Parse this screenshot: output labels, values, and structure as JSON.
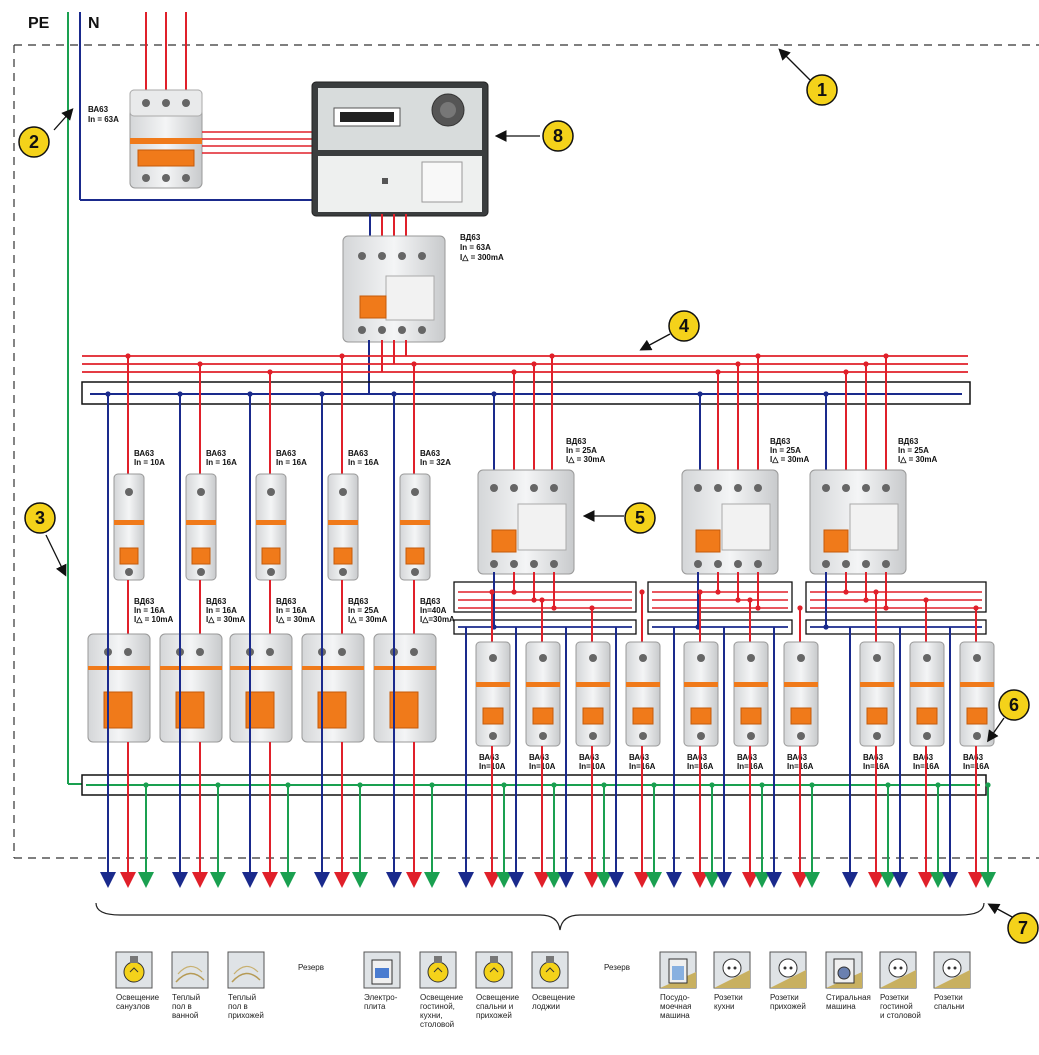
{
  "header": {
    "pe_label": "PE",
    "n_label": "N"
  },
  "callouts": [
    {
      "n": "1"
    },
    {
      "n": "2"
    },
    {
      "n": "3"
    },
    {
      "n": "4"
    },
    {
      "n": "5"
    },
    {
      "n": "6"
    },
    {
      "n": "7"
    },
    {
      "n": "8"
    }
  ],
  "main_breaker": {
    "l1": "ВА63",
    "l2": "In = 63A"
  },
  "main_rcd": {
    "l1": "ВД63",
    "l2": "In = 63A",
    "l3": "I△ = 300mA"
  },
  "left_breakers": [
    {
      "l1": "ВА63",
      "l2": "In = 10A"
    },
    {
      "l1": "ВА63",
      "l2": "In = 16A"
    },
    {
      "l1": "ВА63",
      "l2": "In = 16A"
    },
    {
      "l1": "ВА63",
      "l2": "In = 16A"
    },
    {
      "l1": "ВА63",
      "l2": "In = 32A"
    }
  ],
  "left_rcbos": [
    {
      "l1": "ВД63",
      "l2": "In = 16A",
      "l3": "I△ = 10mA"
    },
    {
      "l1": "ВД63",
      "l2": "In = 16A",
      "l3": "I△ = 30mA"
    },
    {
      "l1": "ВД63",
      "l2": "In = 16A",
      "l3": "I△ = 30mA"
    },
    {
      "l1": "ВД63",
      "l2": "In = 25A",
      "l3": "I△ = 30mA"
    },
    {
      "l1": "ВД63",
      "l2": "In=40A",
      "l3": "I△=30mA"
    }
  ],
  "group_rcds": [
    {
      "l1": "ВД63",
      "l2": "In = 25A",
      "l3": "I△ = 30mA"
    },
    {
      "l1": "ВД63",
      "l2": "In = 25A",
      "l3": "I△ = 30mA"
    },
    {
      "l1": "ВД63",
      "l2": "In = 25A",
      "l3": "I△ = 30mA"
    }
  ],
  "small_breakers": [
    {
      "l1": "ВА63",
      "l2": "In=10A"
    },
    {
      "l1": "ВА63",
      "l2": "In=10A"
    },
    {
      "l1": "ВА63",
      "l2": "In=10A"
    },
    {
      "l1": "ВА63",
      "l2": "In=16A"
    },
    {
      "l1": "ВА63",
      "l2": "In=16A"
    },
    {
      "l1": "ВА63",
      "l2": "In=16A"
    },
    {
      "l1": "ВА63",
      "l2": "In=16A"
    },
    {
      "l1": "ВА63",
      "l2": "In=16A"
    },
    {
      "l1": "ВА63",
      "l2": "In=16A"
    },
    {
      "l1": "ВА63",
      "l2": "In=16A"
    }
  ],
  "loads": [
    {
      "icon": "lamp-icon",
      "caption": [
        "Освещение",
        "санузлов"
      ]
    },
    {
      "icon": "floor-heating-icon",
      "caption": [
        "Теплый",
        "пол в",
        "ванной"
      ]
    },
    {
      "icon": "floor-heating-icon",
      "caption": [
        "Теплый",
        "пол в",
        "прихожей"
      ]
    },
    {
      "icon": "stove-icon",
      "caption": [
        "Электро-",
        "плита"
      ]
    },
    {
      "icon": "lamp-icon",
      "caption": [
        "Освещение",
        "гостиной,",
        "кухни,",
        "столовой"
      ]
    },
    {
      "icon": "lamp-icon",
      "caption": [
        "Освещение",
        "спальни и",
        "прихожей"
      ]
    },
    {
      "icon": "lamp-icon",
      "caption": [
        "Освещение",
        "лоджии"
      ]
    },
    {
      "icon": "dishwasher-icon",
      "caption": [
        "Посудо-",
        "моечная",
        "машина"
      ]
    },
    {
      "icon": "socket-icon",
      "caption": [
        "Розетки",
        "кухни"
      ]
    },
    {
      "icon": "socket-icon",
      "caption": [
        "Розетки",
        "прихожей"
      ]
    },
    {
      "icon": "washing-machine-icon",
      "caption": [
        "Стиральная",
        "машина"
      ]
    },
    {
      "icon": "socket-icon",
      "caption": [
        "Розетки",
        "гостиной",
        "и столовой"
      ]
    },
    {
      "icon": "socket-icon",
      "caption": [
        "Розетки",
        "спальни"
      ]
    }
  ],
  "reserve_labels": [
    "Резерв",
    "Резерв"
  ],
  "colors": {
    "phase": "#e0202a",
    "neutral": "#1a2a8c",
    "pe": "#1aa050",
    "breaker_orange": "#f07a1a"
  }
}
